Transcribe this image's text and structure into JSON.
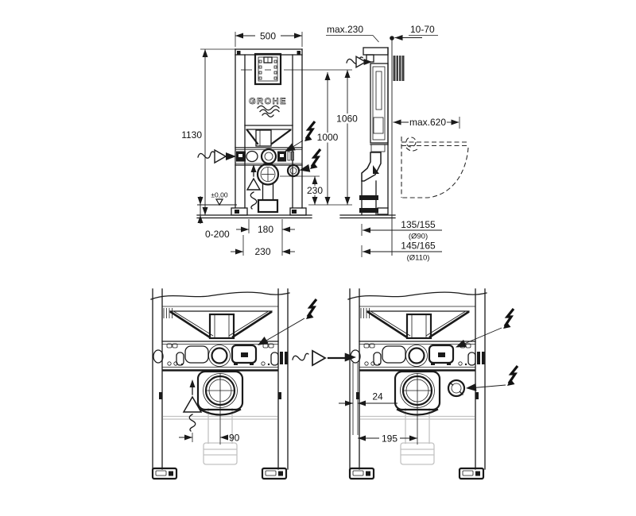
{
  "logo": {
    "brand": "GROHE"
  },
  "front": {
    "width": "500",
    "height": "1130",
    "flush_height": "1060",
    "power_height": "1000",
    "outlet_height": "230",
    "floor_level": "±0,00",
    "leg_range": "0-200",
    "outlet_offset": "180",
    "supply_offset": "230"
  },
  "side": {
    "bracket_depth": "max.230",
    "wall_finish": "10-70",
    "install_depth": "max.620",
    "drain90": "135/155",
    "drain90_dia": "(Ø90)",
    "drain110": "145/165",
    "drain110_dia": "(Ø110)"
  },
  "plan_left": {
    "drain_offset": "90"
  },
  "plan_right": {
    "inlet_offset": "24",
    "drain_offset": "195"
  }
}
